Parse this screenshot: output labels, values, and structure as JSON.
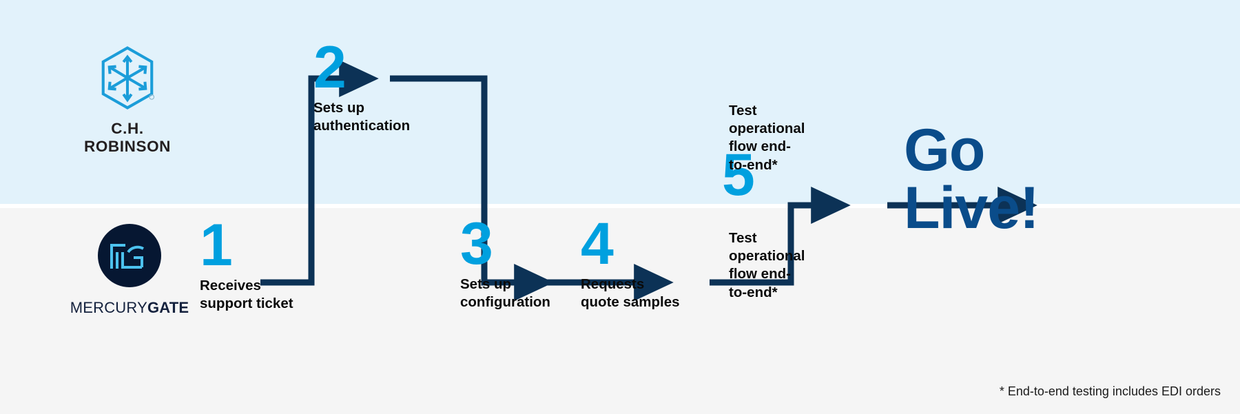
{
  "bands": {
    "top_color": "#e2f2fb",
    "bottom_color": "#f5f5f5"
  },
  "palette": {
    "number_blue": "#00a0df",
    "connector_navy": "#0c3256",
    "golive_blue": "#0a4c8a",
    "mg_navy": "#061732",
    "chr_black": "#231f20"
  },
  "logos": {
    "chrobinson": {
      "name": "C.H. Robinson",
      "wordmark": "C.H. ROBINSON",
      "mark": "hexagon-cube-arrows-icon"
    },
    "mercurygate": {
      "name": "MercuryGate",
      "wordmark_light": "MERCURY",
      "wordmark_bold": "GATE",
      "mark": "mg-monogram-icon"
    }
  },
  "steps": [
    {
      "number": "1",
      "label": "Receives\nsupport ticket",
      "lane": "bottom"
    },
    {
      "number": "2",
      "label": "Sets up\nauthentication",
      "lane": "top"
    },
    {
      "number": "3",
      "label": "Sets up\nconfiguration",
      "lane": "bottom"
    },
    {
      "number": "4",
      "label": "Requests\nquote samples",
      "lane": "bottom"
    },
    {
      "number": "5",
      "label_top": "Test operational\nflow end-to-end*",
      "label_bottom": "Test operational\nflow end-to-end*",
      "lane": "both"
    }
  ],
  "outcome": {
    "text": "Go\nLive!"
  },
  "footnote": {
    "text": "* End-to-end testing includes EDI orders"
  }
}
